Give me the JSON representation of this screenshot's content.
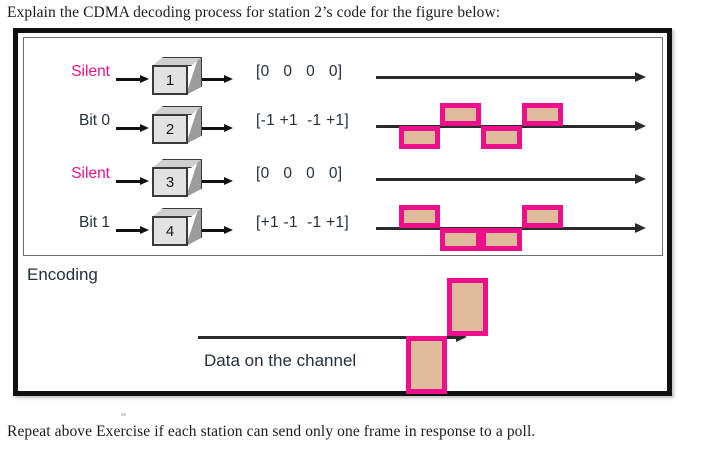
{
  "prompt": "Explain the CDMA decoding process for station 2’s code for the figure below:",
  "followup": "Repeat above Exercise if each station can send only one frame in response to a poll.",
  "figure": {
    "encoding_label": "Encoding",
    "channel_label": "Data on the channel",
    "colors": {
      "pulse_border": "#ED0F8B",
      "pulse_fill": "#dfbb9b",
      "silent_text": "#ED1285",
      "bit_text": "#22303f",
      "axis": "#2a2a2a",
      "frame": "#111111"
    },
    "stations": [
      {
        "label": "Silent",
        "label_kind": "silent",
        "number": "1",
        "code": "[0   0   0   0]",
        "signal": [
          0,
          0,
          0,
          0
        ]
      },
      {
        "label": "Bit 0",
        "label_kind": "bit",
        "number": "2",
        "code": "[-1 +1  -1 +1]",
        "signal": [
          -1,
          1,
          -1,
          1
        ]
      },
      {
        "label": "Silent",
        "label_kind": "silent",
        "number": "3",
        "code": "[0   0   0   0]",
        "signal": [
          0,
          0,
          0,
          0
        ]
      },
      {
        "label": "Bit 1",
        "label_kind": "bit",
        "number": "4",
        "code": "[+1 -1  -1 +1]",
        "signal": [
          1,
          -1,
          -1,
          1
        ]
      }
    ],
    "channel": {
      "signal": [
        0,
        0,
        -2,
        2
      ]
    }
  }
}
